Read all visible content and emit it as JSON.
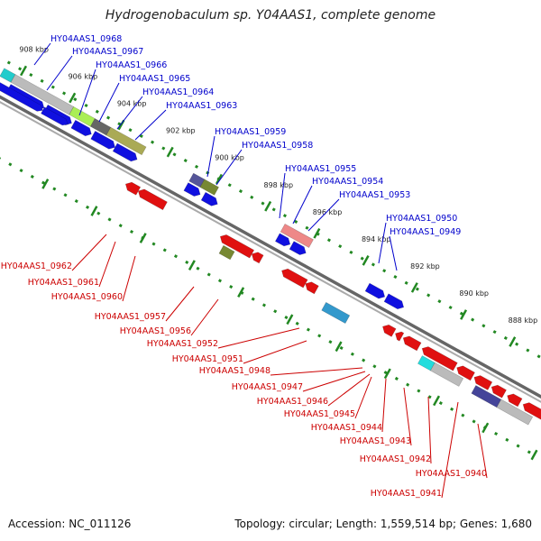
{
  "title": "Hydrogenobaculum sp. Y04AAS1, complete genome",
  "footer": {
    "accession": "Accession: NC_011126",
    "summary": "Topology: circular; Length: 1,559,514 bp; Genes: 1,680"
  },
  "colors": {
    "forward": "#1010e0",
    "reverse": "#e01010",
    "forward_label": "#0000cc",
    "reverse_label": "#cc0000",
    "tick": "#228822",
    "backbone": "#777777"
  },
  "scale_labels": [
    {
      "kbp": 908,
      "label": "908 kbp"
    },
    {
      "kbp": 906,
      "label": "906 kbp"
    },
    {
      "kbp": 904,
      "label": "904 kbp"
    },
    {
      "kbp": 902,
      "label": "902 kbp"
    },
    {
      "kbp": 900,
      "label": "900 kbp"
    },
    {
      "kbp": 898,
      "label": "898 kbp"
    },
    {
      "kbp": 896,
      "label": "896 kbp"
    },
    {
      "kbp": 894,
      "label": "894 kbp"
    },
    {
      "kbp": 892,
      "label": "892 kbp"
    },
    {
      "kbp": 890,
      "label": "890 kbp"
    },
    {
      "kbp": 888,
      "label": "888 kbp"
    }
  ],
  "forward_genes": [
    "HY04AAS1_0968",
    "HY04AAS1_0967",
    "HY04AAS1_0966",
    "HY04AAS1_0965",
    "HY04AAS1_0964",
    "HY04AAS1_0963",
    "HY04AAS1_0959",
    "HY04AAS1_0958",
    "HY04AAS1_0955",
    "HY04AAS1_0954",
    "HY04AAS1_0953",
    "HY04AAS1_0950",
    "HY04AAS1_0949"
  ],
  "reverse_genes": [
    "HY04AAS1_0962",
    "HY04AAS1_0961",
    "HY04AAS1_0960",
    "HY04AAS1_0957",
    "HY04AAS1_0956",
    "HY04AAS1_0952",
    "HY04AAS1_0951",
    "HY04AAS1_0948",
    "HY04AAS1_0947",
    "HY04AAS1_0946",
    "HY04AAS1_0945",
    "HY04AAS1_0944",
    "HY04AAS1_0943",
    "HY04AAS1_0942",
    "HY04AAS1_0940",
    "HY04AAS1_0941"
  ]
}
